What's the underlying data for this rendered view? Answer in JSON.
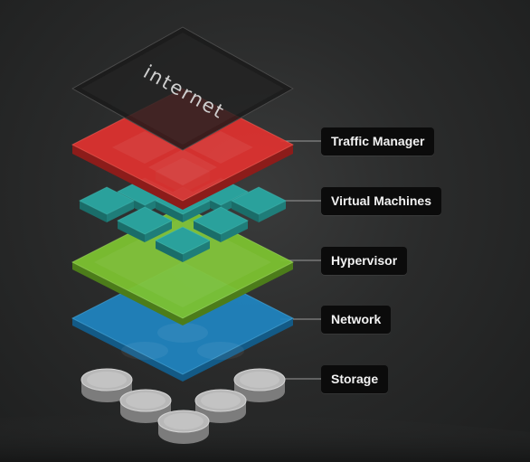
{
  "internet_label": "internet",
  "layers": [
    {
      "id": "traffic",
      "label": "Traffic Manager",
      "color": "#e0322f"
    },
    {
      "id": "vm",
      "label": "Virtual Machines",
      "color": "#2a9a96"
    },
    {
      "id": "hyper",
      "label": "Hypervisor",
      "color": "#7cc230"
    },
    {
      "id": "network",
      "label": "Network",
      "color": "#1f86c2"
    },
    {
      "id": "storage",
      "label": "Storage",
      "color": "#b9b9b9"
    }
  ]
}
